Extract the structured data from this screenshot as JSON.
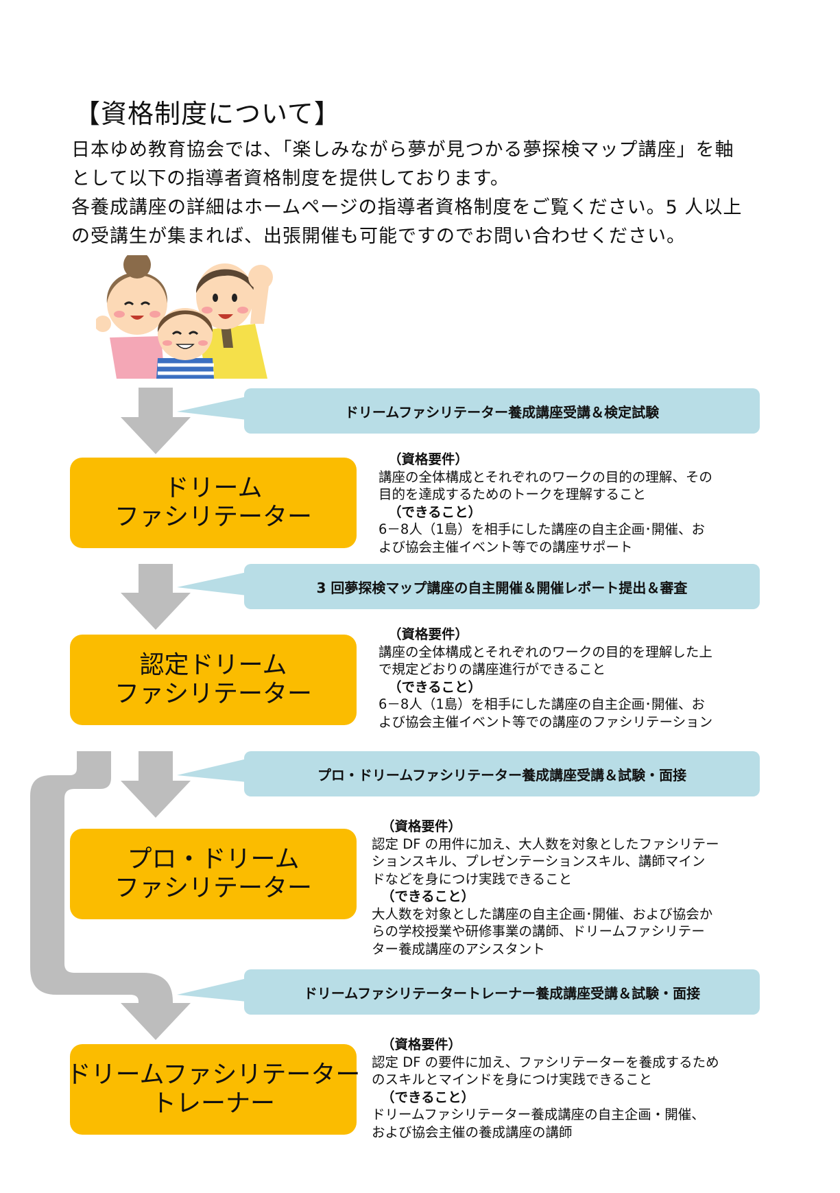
{
  "title": "【資格制度について】",
  "intro_lines": [
    "日本ゆめ教育協会では、「楽しみながら夢が見つかる夢探検マップ講座」を軸",
    "として以下の指導者資格制度を提供しております。",
    "各養成講座の詳細はホームページの指導者資格制度をご覧ください。5 人以上",
    "の受講生が集まれば、出張開催も可能ですのでお問い合わせください。"
  ],
  "colors": {
    "banner": "#b8dde6",
    "level": "#fbbc00",
    "arrow": "#bdbdbd"
  },
  "banners": [
    "ドリームファシリテーター養成講座受講＆検定試験",
    "3 回夢探検マップ講座の自主開催＆開催レポート提出＆審査",
    "プロ・ドリームファシリテーター養成講座受講＆試験・面接",
    "ドリームファシリテータートレーナー養成講座受講＆試験・面接"
  ],
  "levels": [
    {
      "name_lines": [
        "ドリーム",
        "ファシリテーター"
      ],
      "req_heading": "（資格要件）",
      "req_lines": [
        "講座の全体構成とそれぞれのワークの目的の理解、その",
        "目的を達成するためのトークを理解すること"
      ],
      "can_heading": "（できること）",
      "can_lines": [
        "6－8人（1島）を相手にした講座の自主企画･開催、お",
        "よび協会主催イベント等での講座サポート"
      ]
    },
    {
      "name_lines": [
        "認定ドリーム",
        "ファシリテーター"
      ],
      "req_heading": "（資格要件）",
      "req_lines": [
        "講座の全体構成とそれぞれのワークの目的を理解した上",
        "で規定どおりの講座進行ができること"
      ],
      "can_heading": "（できること）",
      "can_lines": [
        "6－8人（1島）を相手にした講座の自主企画･開催、お",
        "よび協会主催イベント等での講座のファシリテーション"
      ]
    },
    {
      "name_lines": [
        "プロ・ドリーム",
        "ファシリテーター"
      ],
      "req_heading": "（資格要件）",
      "req_lines": [
        "認定 DF の用件に加え、大人数を対象としたファシリテー",
        "ションスキル、プレゼンテーションスキル、講師マイン",
        "ドなどを身につけ実践できること"
      ],
      "can_heading": "（できること）",
      "can_lines": [
        "大人数を対象とした講座の自主企画･開催、および協会か",
        "らの学校授業や研修事業の講師、ドリームファシリテー",
        "ター養成講座のアシスタント"
      ]
    },
    {
      "name_lines": [
        "ドリームファシリテーター",
        "トレーナー"
      ],
      "req_heading": "（資格要件）",
      "req_lines": [
        "認定 DF の要件に加え、ファシリテーターを養成するため",
        "のスキルとマインドを身につけ実践できること"
      ],
      "can_heading": "（できること）",
      "can_lines": [
        "ドリームファシリテーター養成講座の自主企画・開催、",
        "および協会主催の養成講座の講師"
      ]
    }
  ]
}
